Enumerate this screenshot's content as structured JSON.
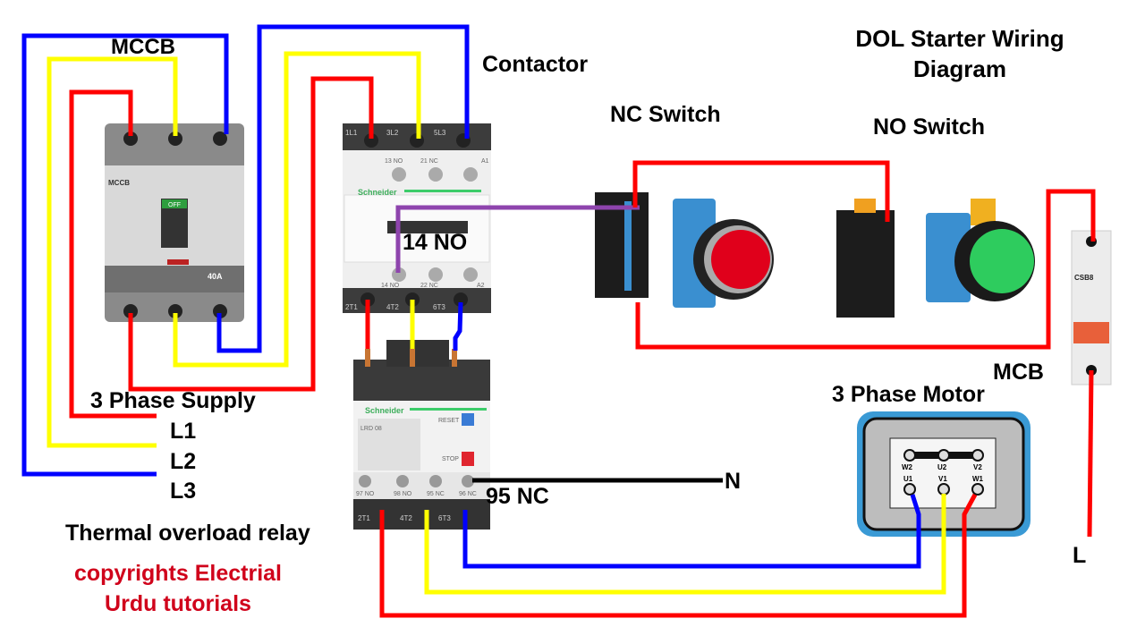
{
  "title": {
    "line1": "DOL Starter Wiring",
    "line2": "Diagram"
  },
  "labels": {
    "mccb": "MCCB",
    "contactor": "Contactor",
    "nc_switch": "NC Switch",
    "no_switch": "NO Switch",
    "supply": "3 Phase Supply",
    "l1": "L1",
    "l2": "L2",
    "l3": "L3",
    "contact_14no": "14 NO",
    "contact_95nc": "95 NC",
    "neutral": "N",
    "overload": "Thermal overload relay",
    "mcb": "MCB",
    "motor": "3 Phase Motor",
    "live": "L",
    "copyright_line1": "copyrights Electrial",
    "copyright_line2": "Urdu tutorials"
  },
  "device_text": {
    "mccb_brand": "MCCB",
    "mccb_off": "OFF",
    "mccb_rating": "40A",
    "contactor_top": [
      "1L1",
      "3L2",
      "5L3"
    ],
    "contactor_bottom": [
      "2T1",
      "4T2",
      "6T3"
    ],
    "contactor_aux_top": [
      "13 NO",
      "21 NC",
      "A1"
    ],
    "contactor_aux_bottom": [
      "14 NO",
      "22 NC",
      "A2"
    ],
    "brand": "Schneider",
    "overload_reset": "RESET",
    "overload_stop": "STOP",
    "overload_model": "LRD 08",
    "overload_aux": [
      "97 NO",
      "98 NO",
      "95 NC",
      "96 NC"
    ],
    "overload_bottom": [
      "2T1",
      "4T2",
      "6T3"
    ],
    "mcb_model": "CSB8",
    "motor_terminals_top": [
      "W2",
      "U2",
      "V2"
    ],
    "motor_terminals_bottom": [
      "U1",
      "V1",
      "W1"
    ]
  },
  "colors": {
    "phase_l1": "#ff0000",
    "phase_l2": "#ffff00",
    "phase_l3": "#0000ff",
    "control": "#8e44ad",
    "neutral": "#000000",
    "nc_button": "#e0001b",
    "no_button": "#2ecc5e",
    "caption_red": "#d0021b"
  }
}
